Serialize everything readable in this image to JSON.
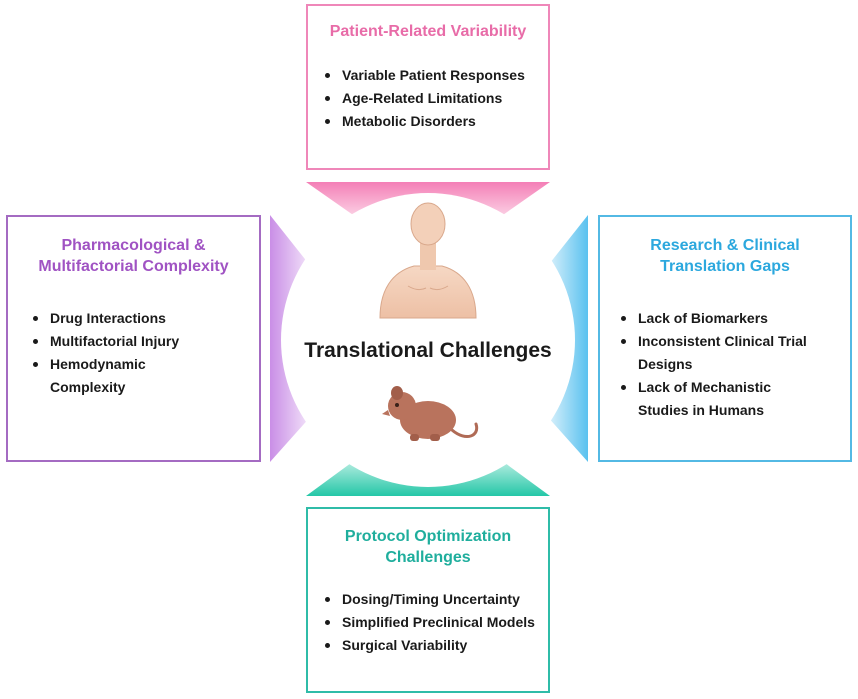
{
  "center": {
    "title": "Translational Challenges"
  },
  "boxes": {
    "top": {
      "title": "Patient-Related Variability",
      "items": [
        "Variable Patient Responses",
        "Age-Related Limitations",
        "Metabolic Disorders"
      ],
      "color": "#e86ca8"
    },
    "left": {
      "title_line1": "Pharmacological &",
      "title_line2": "Multifactorial Complexity",
      "items": [
        "Drug Interactions",
        "Multifactorial Injury",
        "Hemodynamic",
        "Complexity"
      ],
      "color": "#a053c3"
    },
    "right": {
      "title_line1": "Research & Clinical",
      "title_line2": "Translation Gaps",
      "items": [
        "Lack of Biomarkers",
        "Inconsistent Clinical Trial",
        "Designs",
        "Lack of Mechanistic",
        "Studies in Humans"
      ],
      "color": "#2ca8de"
    },
    "bottom": {
      "title_line1": "Protocol Optimization",
      "title_line2": "Challenges",
      "items": [
        "Dosing/Timing Uncertainty",
        "Simplified Preclinical Models",
        "Surgical Variability"
      ],
      "color": "#1fae9d"
    }
  },
  "icons": {
    "human": "human-torso-icon",
    "mouse": "mouse-icon"
  }
}
